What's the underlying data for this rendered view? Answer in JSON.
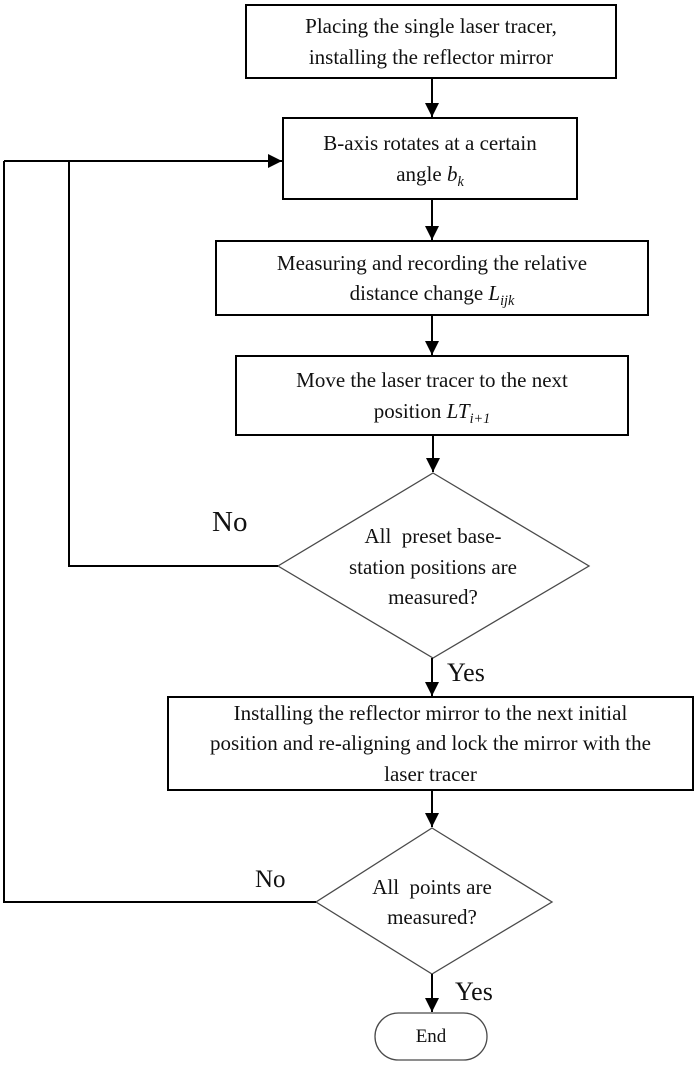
{
  "title": "Single laser tracer measurement procedure flowchart",
  "colors": {
    "background": "#ffffff",
    "box_stroke": "#000000",
    "diamond_stroke": "#4a4a4a",
    "arrow": "#000000",
    "text": "#111111"
  },
  "nodes": {
    "place_tracer": {
      "line1": "Placing the single laser tracer,",
      "line2": "installing the reflector mirror"
    },
    "b_axis": {
      "line1": "B-axis rotates at a certain",
      "line2_pre": "angle ",
      "var": "b",
      "sub": "k"
    },
    "measure": {
      "line1": "Measuring and recording the relative",
      "line2_pre": "distance change ",
      "var": "L",
      "sub": "ijk"
    },
    "move_tracer": {
      "line1": "Move the laser tracer to the next",
      "line2_pre": "position ",
      "var": "LT",
      "sub": "i+1"
    },
    "decision_base_station": {
      "line1": "All  preset base-",
      "line2": "station positions are",
      "line3": "measured?"
    },
    "install_mirror": {
      "line1": "Installing the reflector mirror to the next initial",
      "line2": "position and re-aligning and lock the mirror with the",
      "line3": "laser tracer"
    },
    "decision_points": {
      "line1": "All  points are",
      "line2": "measured?"
    },
    "end": {
      "label": "End"
    }
  },
  "edge_labels": {
    "no_base_station": "No",
    "yes_base_station": "Yes",
    "no_points": "No",
    "yes_points": "Yes"
  }
}
